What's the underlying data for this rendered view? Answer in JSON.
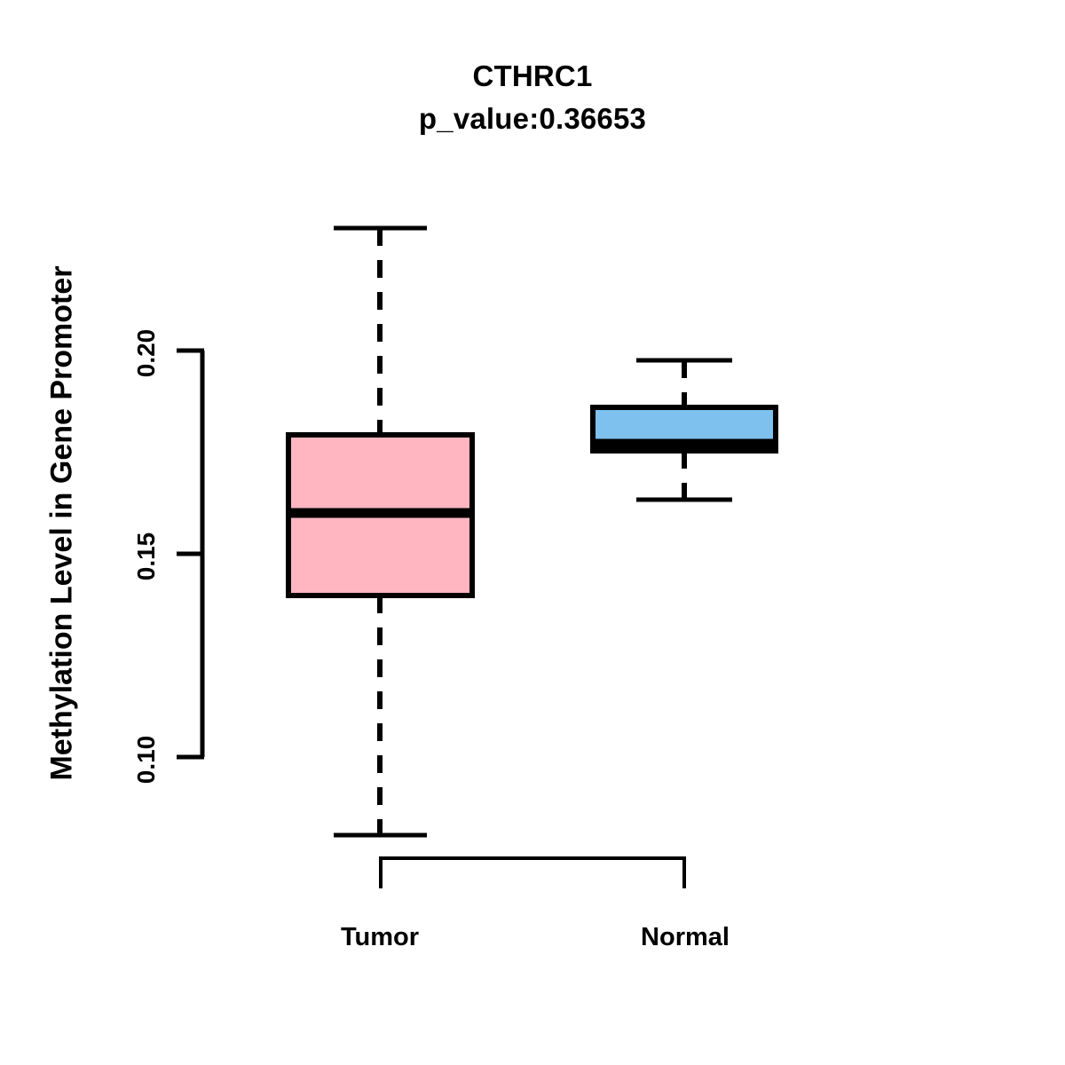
{
  "chart_data": {
    "type": "box",
    "title": "CTHRC1",
    "subtitle": "p_value:0.36653",
    "xlabel": "",
    "ylabel": "Methylation Level in Gene Promoter",
    "categories": [
      "Tumor",
      "Normal"
    ],
    "yticks": [
      "0.20",
      "0.15",
      "0.10"
    ],
    "ytick_values": [
      0.2,
      0.15,
      0.1
    ],
    "ylim": [
      0.075,
      0.235
    ],
    "grid": false,
    "legend": "none",
    "boxes": [
      {
        "name": "Tumor",
        "color": "#FFB6C1",
        "border": "#000000",
        "whisker_low": 0.081,
        "q1": 0.14,
        "median": 0.16,
        "q3": 0.179,
        "whisker_high": 0.23
      },
      {
        "name": "Normal",
        "color": "#7EC0EE",
        "border": "#000000",
        "whisker_low": 0.163,
        "q1": 0.175,
        "median": 0.177,
        "q3": 0.186,
        "whisker_high": 0.198
      }
    ]
  },
  "chart": {
    "title": "CTHRC1",
    "subtitle": "p_value:0.36653",
    "ylabel": "Methylation Level in Gene Promoter",
    "ytick_0": "0.20",
    "ytick_1": "0.15",
    "ytick_2": "0.10",
    "xtick_0": "Tumor",
    "xtick_1": "Normal",
    "colors": {
      "tumor_fill": "#FFB6C1",
      "normal_fill": "#7EC0EE",
      "axis": "#000000",
      "background": "#FFFFFF"
    }
  }
}
